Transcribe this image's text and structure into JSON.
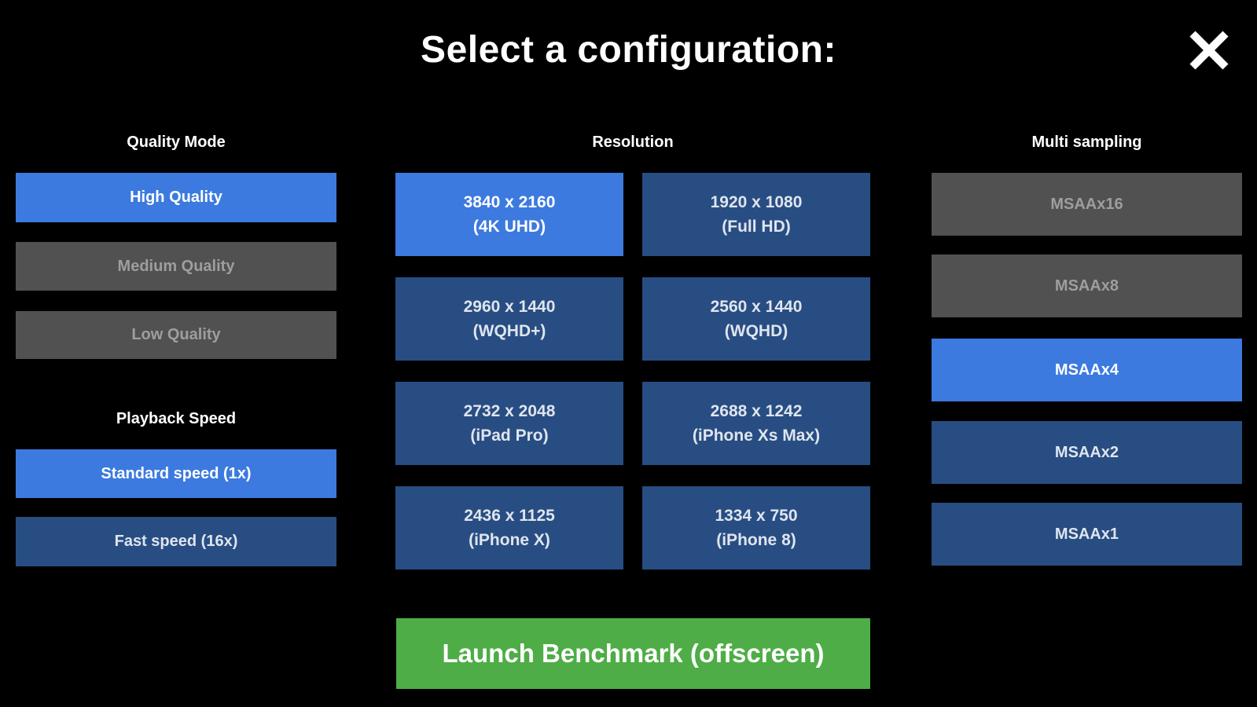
{
  "title": "Select a configuration:",
  "close_button": {
    "icon": "x-close"
  },
  "colors": {
    "background": "#000000",
    "selected_blue": "#3C7ADF",
    "unselected_blue": "#284D82",
    "disabled_gray": "#515151",
    "disabled_text": "#9E9E9E",
    "launch_green": "#4EAD46",
    "text": "#FFFFFF"
  },
  "quality_mode": {
    "header": "Quality Mode",
    "options": [
      {
        "label": "High Quality",
        "state": "selected"
      },
      {
        "label": "Medium Quality",
        "state": "disabled"
      },
      {
        "label": "Low Quality",
        "state": "disabled"
      }
    ]
  },
  "playback_speed": {
    "header": "Playback Speed",
    "options": [
      {
        "label": "Standard speed (1x)",
        "state": "selected"
      },
      {
        "label": "Fast speed (16x)",
        "state": "unselected"
      }
    ]
  },
  "resolution": {
    "header": "Resolution",
    "options": [
      {
        "size": "3840 x 2160",
        "name": "(4K UHD)",
        "state": "selected"
      },
      {
        "size": "1920 x 1080",
        "name": "(Full HD)",
        "state": "unselected"
      },
      {
        "size": "2960 x 1440",
        "name": "(WQHD+)",
        "state": "unselected"
      },
      {
        "size": "2560 x 1440",
        "name": "(WQHD)",
        "state": "unselected"
      },
      {
        "size": "2732 x 2048",
        "name": "(iPad Pro)",
        "state": "unselected"
      },
      {
        "size": "2688 x 1242",
        "name": "(iPhone Xs Max)",
        "state": "unselected"
      },
      {
        "size": "2436 x 1125",
        "name": "(iPhone X)",
        "state": "unselected"
      },
      {
        "size": "1334 x 750",
        "name": "(iPhone 8)",
        "state": "unselected"
      }
    ]
  },
  "multi_sampling": {
    "header": "Multi sampling",
    "options": [
      {
        "label": "MSAAx16",
        "state": "disabled"
      },
      {
        "label": "MSAAx8",
        "state": "disabled"
      },
      {
        "label": "MSAAx4",
        "state": "selected"
      },
      {
        "label": "MSAAx2",
        "state": "unselected"
      },
      {
        "label": "MSAAx1",
        "state": "unselected"
      }
    ]
  },
  "launch": {
    "label": "Launch Benchmark (offscreen)"
  }
}
